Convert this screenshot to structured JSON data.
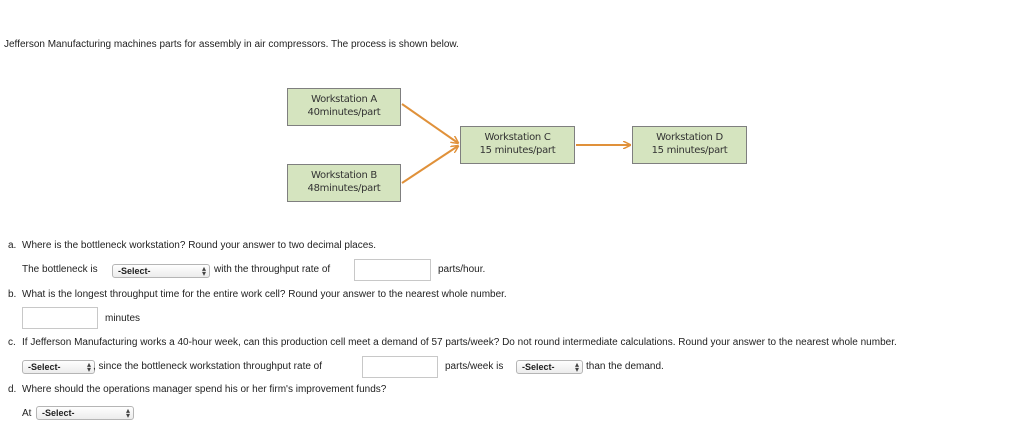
{
  "intro": "Jefferson Manufacturing machines parts for assembly in air compressors. The process is shown below.",
  "workstations": {
    "a": {
      "name": "Workstation A",
      "time": "40minutes/part"
    },
    "b": {
      "name": "Workstation B",
      "time": "48minutes/part"
    },
    "c": {
      "name": "Workstation C",
      "time": "15 minutes/part"
    },
    "d": {
      "name": "Workstation D",
      "time": "15 minutes/part"
    }
  },
  "colors": {
    "box_fill": "#d5e4bf",
    "arrow": "#e0913a"
  },
  "qa": {
    "letter": "a.",
    "question": "Where is the bottleneck workstation? Round your answer to two decimal places.",
    "prefix": "The bottleneck is",
    "select": "-Select-",
    "middle": "with the throughput rate of",
    "suffix": "parts/hour."
  },
  "qb": {
    "letter": "b.",
    "question": "What is the longest throughput time for the entire work cell? Round your answer to the nearest whole number.",
    "suffix": "minutes"
  },
  "qc": {
    "letter": "c.",
    "question": "If Jefferson Manufacturing works a 40-hour week, can this production cell meet a demand of 57 parts/week? Do not round intermediate calculations. Round your answer to the nearest whole number.",
    "select1": "-Select-",
    "middle": ", since the bottleneck workstation throughput rate of",
    "mid2": "parts/week is",
    "select2": "-Select-",
    "suffix": "than the demand."
  },
  "qd": {
    "letter": "d.",
    "question": "Where should the operations manager spend his or her firm's improvement funds?",
    "prefix": "At",
    "select": "-Select-"
  }
}
